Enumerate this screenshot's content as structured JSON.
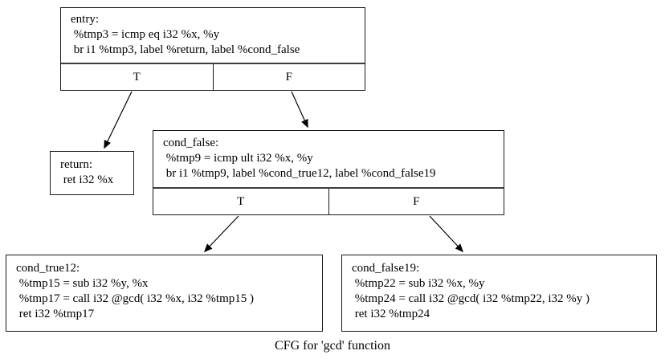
{
  "caption": "CFG for 'gcd' function",
  "nodes": {
    "entry": {
      "lines": [
        "entry:",
        " %tmp3 = icmp eq i32 %x, %y",
        " br i1 %tmp3, label %return, label %cond_false"
      ],
      "branch_true": "T",
      "branch_false": "F"
    },
    "return": {
      "lines": [
        "return:",
        " ret i32 %x"
      ]
    },
    "cond_false": {
      "lines": [
        "cond_false:",
        " %tmp9 = icmp ult i32 %x, %y",
        " br i1 %tmp9, label %cond_true12, label %cond_false19"
      ],
      "branch_true": "T",
      "branch_false": "F"
    },
    "cond_true12": {
      "lines": [
        "cond_true12:",
        " %tmp15 = sub i32 %y, %x",
        " %tmp17 = call i32 @gcd( i32 %x, i32 %tmp15 )",
        " ret i32 %tmp17"
      ]
    },
    "cond_false19": {
      "lines": [
        "cond_false19:",
        " %tmp22 = sub i32 %x, %y",
        " %tmp24 = call i32 @gcd( i32 %tmp22, i32 %y )",
        " ret i32 %tmp24"
      ]
    }
  },
  "edges": [
    {
      "from": "entry.T",
      "to": "return"
    },
    {
      "from": "entry.F",
      "to": "cond_false"
    },
    {
      "from": "cond_false.T",
      "to": "cond_true12"
    },
    {
      "from": "cond_false.F",
      "to": "cond_false19"
    }
  ],
  "colors": {
    "background": "#ffffff",
    "border": "#1a1a1a",
    "text": "#000000"
  }
}
